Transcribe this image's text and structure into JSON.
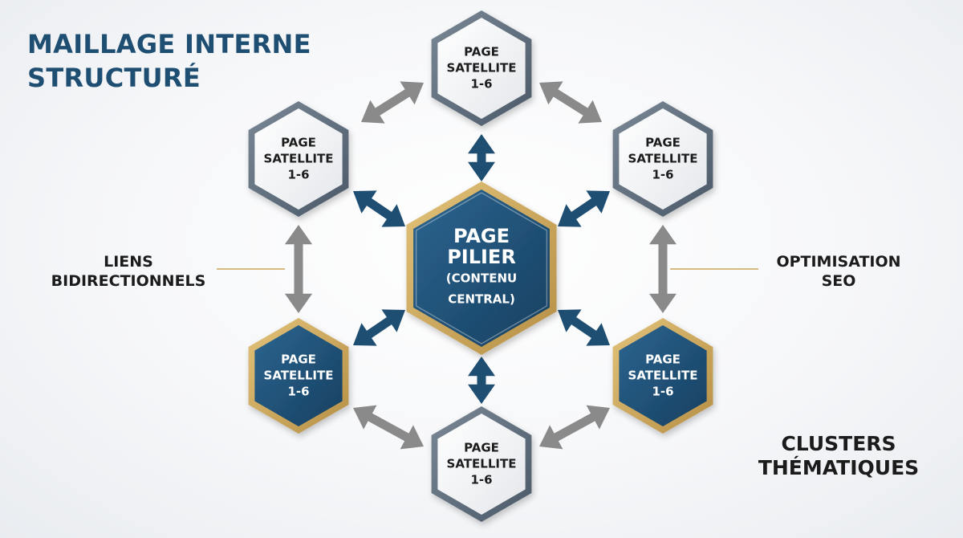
{
  "title": {
    "line1": "MAILLAGE INTERNE",
    "line2": "STRUCTURÉ"
  },
  "labels": {
    "left": {
      "line1": "LIENS",
      "line2": "BIDIRECTIONNELS"
    },
    "right": {
      "line1": "OPTIMISATION",
      "line2": "SEO"
    },
    "bottom": {
      "line1": "CLUSTERS",
      "line2": "THÉMATIQUES"
    }
  },
  "center": {
    "line1": "PAGE",
    "line2": "PILIER",
    "line3": "(CONTENU",
    "line4": "CENTRAL)"
  },
  "satellites": [
    {
      "line1": "PAGE",
      "line2": "SATELLITE",
      "line3": "1-6",
      "style": "light"
    },
    {
      "line1": "PAGE",
      "line2": "SATELLITE",
      "line3": "1-6",
      "style": "light"
    },
    {
      "line1": "PAGE",
      "line2": "SATELLITE",
      "line3": "1-6",
      "style": "light"
    },
    {
      "line1": "PAGE",
      "line2": "SATELLITE",
      "line3": "1-6",
      "style": "dark"
    },
    {
      "line1": "PAGE",
      "line2": "SATELLITE",
      "line3": "1-6",
      "style": "dark"
    },
    {
      "line1": "PAGE",
      "line2": "SATELLITE",
      "line3": "1-6",
      "style": "light"
    }
  ],
  "colors": {
    "navy": "#1f4e73",
    "gold": "#c9a55a",
    "gray_border": "#5b6b7c",
    "gray_arrow": "#8a8a8a",
    "light_fill": "#f2f3f5"
  }
}
